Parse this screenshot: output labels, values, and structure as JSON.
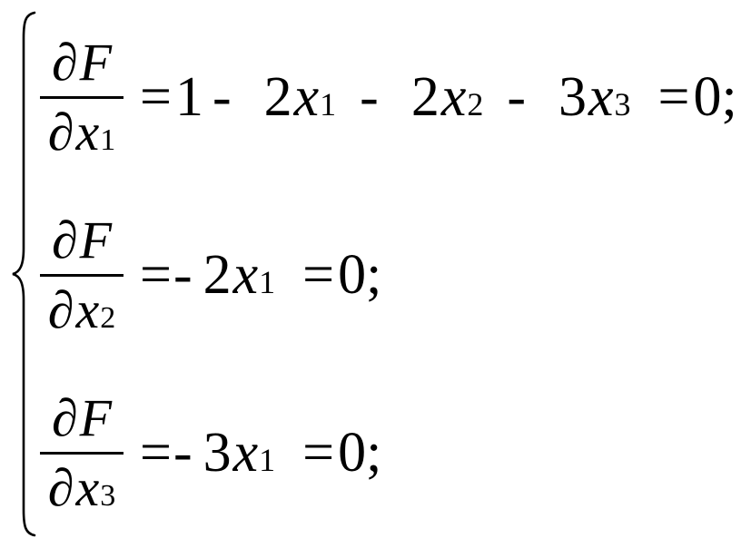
{
  "equations": [
    {
      "numerator": {
        "partial": "∂",
        "var": "F"
      },
      "denominator": {
        "partial": "∂",
        "var": "x",
        "sub": "1"
      },
      "eq_sign": "=",
      "const": "1",
      "terms": [
        {
          "sign": "-",
          "coef": "2",
          "var": "x",
          "sub": "1"
        },
        {
          "sign": "-",
          "coef": "2",
          "var": "x",
          "sub": "2"
        },
        {
          "sign": "-",
          "coef": "3",
          "var": "x",
          "sub": "3"
        }
      ],
      "eq_sign2": "=",
      "result": "0;"
    },
    {
      "numerator": {
        "partial": "∂",
        "var": "F"
      },
      "denominator": {
        "partial": "∂",
        "var": "x",
        "sub": "2"
      },
      "eq_sign": "=",
      "terms": [
        {
          "sign": "-",
          "coef": "2",
          "var": "x",
          "sub": "1"
        }
      ],
      "eq_sign2": "=",
      "result": "0;"
    },
    {
      "numerator": {
        "partial": "∂",
        "var": "F"
      },
      "denominator": {
        "partial": "∂",
        "var": "x",
        "sub": "3"
      },
      "eq_sign": "=",
      "terms": [
        {
          "sign": "-",
          "coef": "3",
          "var": "x",
          "sub": "1"
        }
      ],
      "eq_sign2": "=",
      "result": "0;"
    }
  ]
}
